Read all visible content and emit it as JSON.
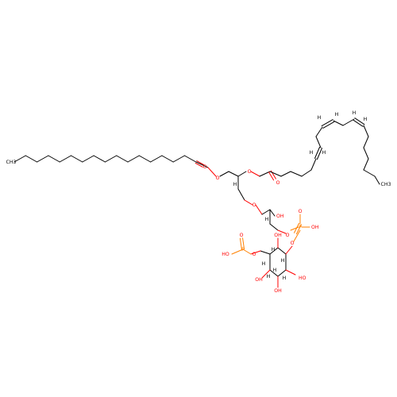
{
  "structure": {
    "atom_labels": {
      "ch3_left": "CH3",
      "ch3_right": "CH3",
      "ester1_o_carbonyl": "O",
      "ester1_o_link": "O",
      "ester2_o_link": "O",
      "ester2_o_carbonyl": "O",
      "ether_o": "O",
      "glycerol_oh": "OH",
      "glycerol_h": "H",
      "glycerol2_h": "H",
      "phos1_o_link": "O",
      "phos1_p": "P",
      "phos1_o_double": "O",
      "phos1_oh": "OH",
      "phos1_o_ring": "O",
      "phos2_o_ring": "O",
      "phos2_p": "P",
      "phos2_o_double": "O",
      "phos2_oh": "HO",
      "ring_oh1": "OH",
      "ring_oh2": "OH",
      "ring_oh3": "OH",
      "ring_oh4": "HO",
      "ring_h1": "H",
      "ring_h2": "H",
      "ring_h3": "H",
      "ring_h4": "H",
      "ring_h5": "H",
      "ring_h6": "H",
      "alkene_h1": "H",
      "alkene_h2": "H",
      "alkene_h3": "H",
      "alkene_h4": "H",
      "alkene_h5": "H",
      "alkene_h6": "H"
    },
    "colors": {
      "carbon": "#000000",
      "oxygen": "#ff0000",
      "phosphorus": "#ff8000"
    }
  }
}
